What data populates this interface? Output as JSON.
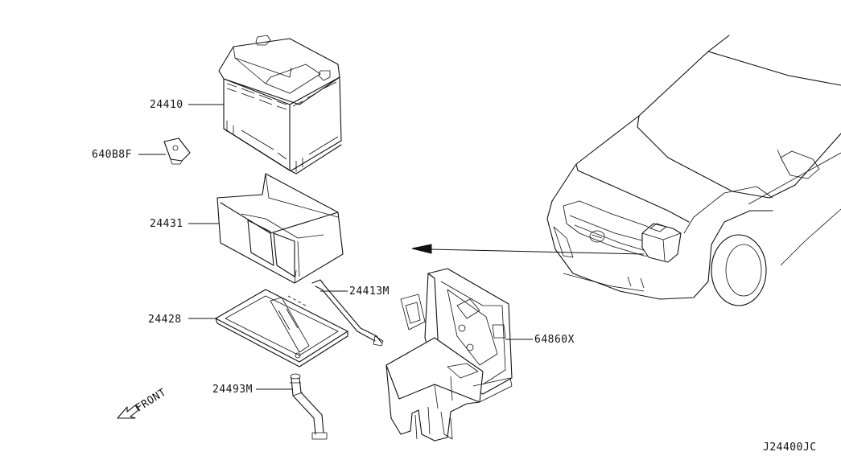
{
  "diagram_code": "J24400JC",
  "front_label": "FRONT",
  "parts": [
    {
      "id": "battery",
      "number": "24410"
    },
    {
      "id": "clip",
      "number": "640B8F"
    },
    {
      "id": "battery-cover",
      "number": "24431"
    },
    {
      "id": "battery-frame",
      "number": "24413M"
    },
    {
      "id": "battery-tray",
      "number": "24428"
    },
    {
      "id": "drain-hose",
      "number": "24493M"
    },
    {
      "id": "battery-support-bracket",
      "number": "64860X"
    }
  ]
}
